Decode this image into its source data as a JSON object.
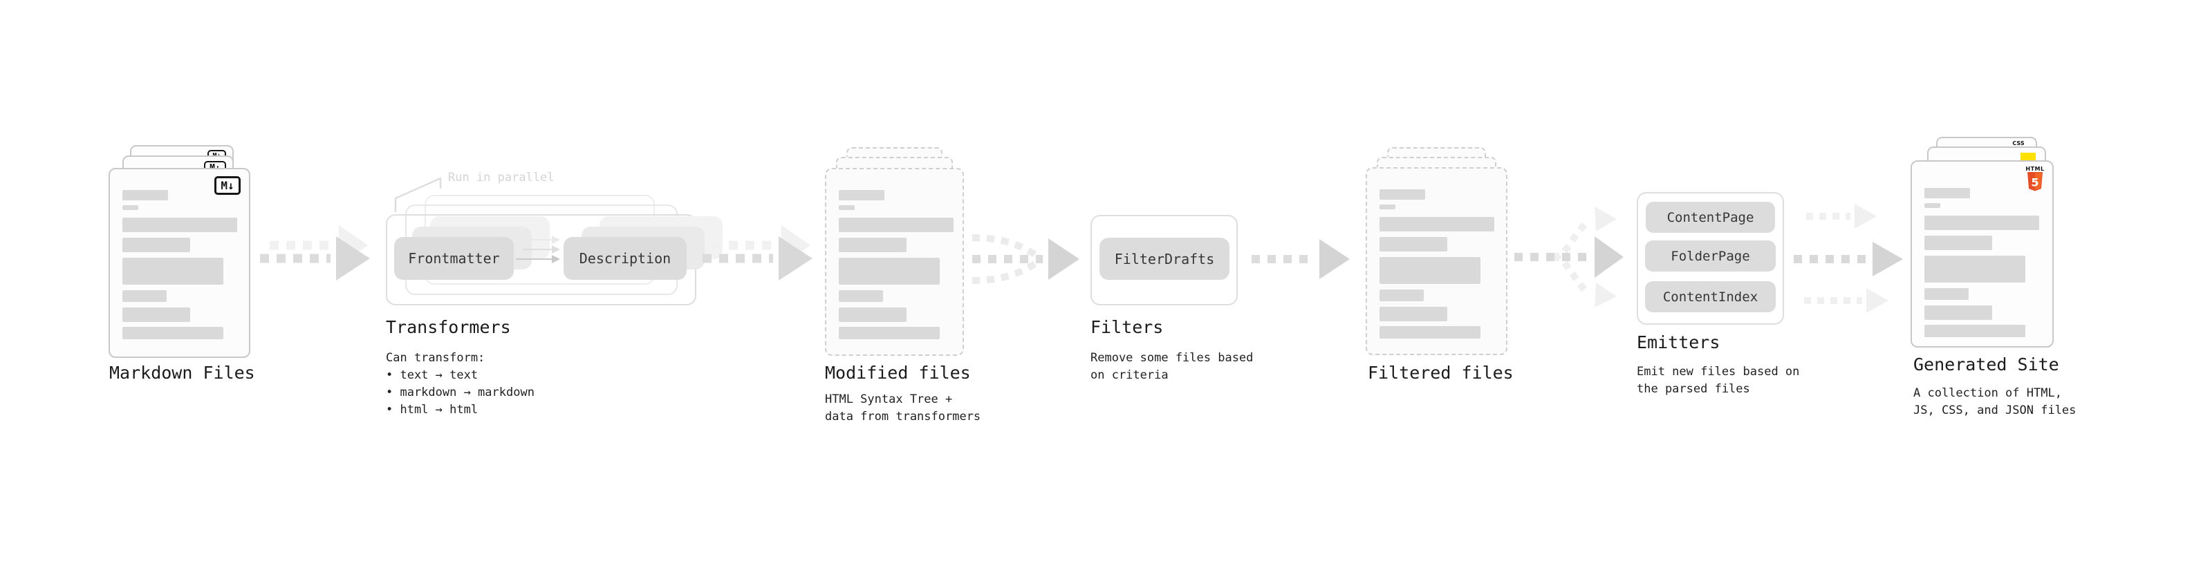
{
  "diagram": {
    "annotation_run_in_parallel": "Run in parallel",
    "stages": {
      "markdown": {
        "label": "Markdown Files",
        "badge": "M↓"
      },
      "transformers": {
        "label": "Transformers",
        "pill_frontmatter": "Frontmatter",
        "pill_description": "Description",
        "note": "Can transform:\n • text → text\n • markdown → markdown\n • html → html"
      },
      "modified": {
        "label": "Modified files",
        "note": "HTML Syntax Tree +\ndata from transformers"
      },
      "filters": {
        "label": "Filters",
        "pill_filterdrafts": "FilterDrafts",
        "note": "Remove some files based\non criteria"
      },
      "filtered": {
        "label": "Filtered files"
      },
      "emitters": {
        "label": "Emitters",
        "pill_contentpage": "ContentPage",
        "pill_folderpage": "FolderPage",
        "pill_contentindex": "ContentIndex",
        "note": "Emit new files based on\nthe parsed files"
      },
      "generated": {
        "label": "Generated Site",
        "badge_css": "CSS",
        "badge_html_label": "HTML",
        "badge_html_number": "5",
        "note": "A collection of HTML,\nJS, CSS, and JSON files"
      }
    },
    "colors": {
      "text": "#1B1B1B",
      "bar": "#D9D9D9",
      "pill": "#DCDCDC",
      "arrow_dash": "#DCDCDC",
      "arrow_head": "#D4D4D4",
      "arrow_ghost": "#F0F0F0",
      "html5_orange": "#E44D26",
      "html5_orange_light": "#F16529",
      "js_yellow": "#FFE100",
      "css_blue": "#2965F1"
    }
  }
}
